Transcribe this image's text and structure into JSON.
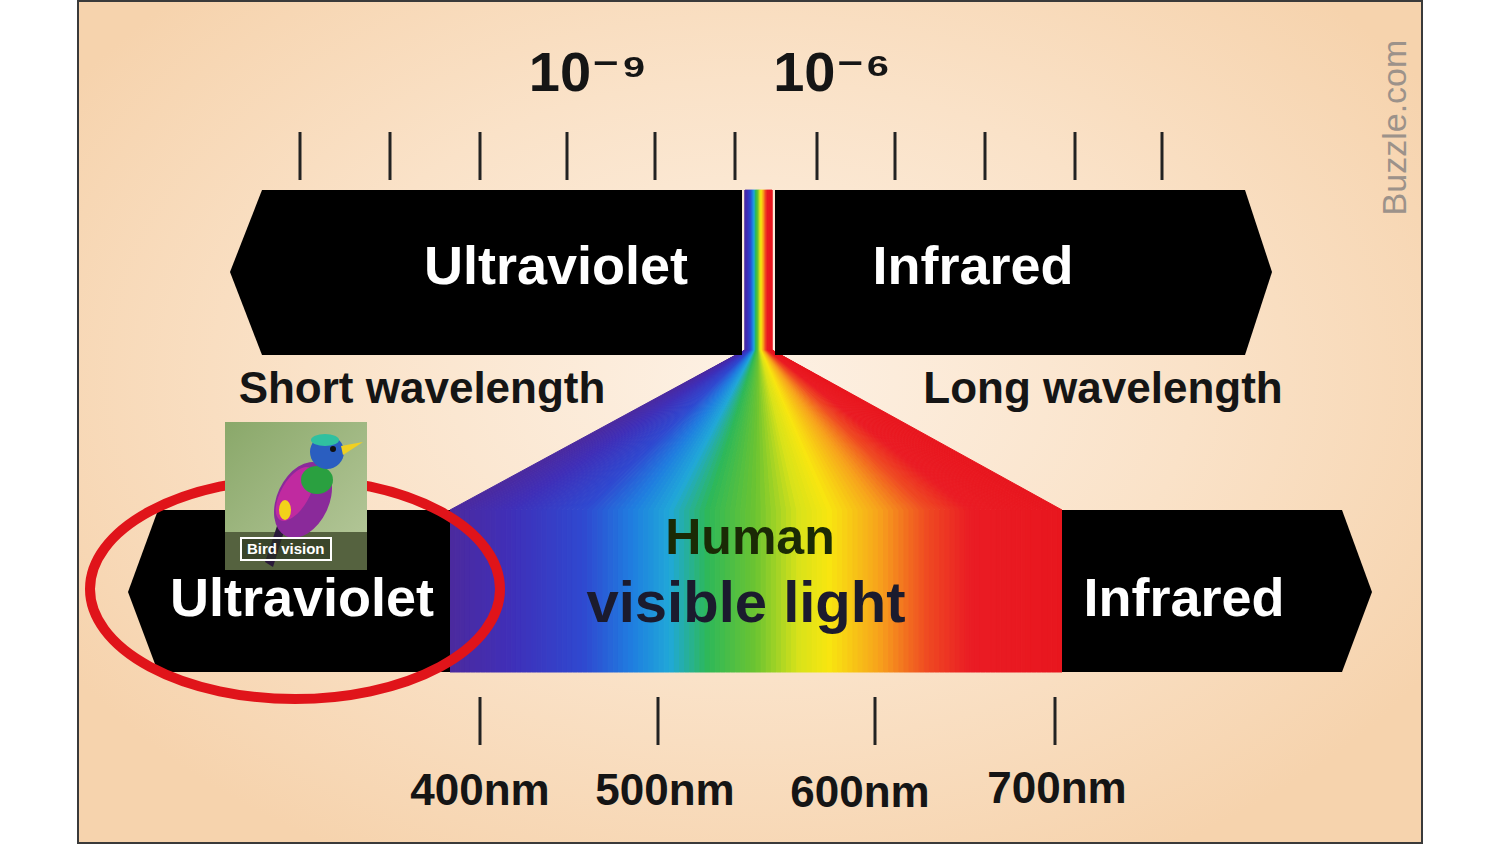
{
  "diagram": {
    "nodes": [
      {
        "text": [
          "Ultraviolet"
        ]
      },
      {
        "text": [
          "Infrared"
        ]
      },
      {
        "text": [
          "Ultraviolet"
        ]
      },
      {
        "text": [
          "Human",
          "visible light"
        ]
      },
      {
        "text": [
          "Infrared"
        ]
      },
      {
        "text": [
          "Bird vision"
        ]
      }
    ],
    "labels": [
      "10⁻⁹",
      "10⁻⁶",
      "Short wavelength",
      "Long wavelength",
      "400nm",
      "500nm",
      "600nm",
      "700nm",
      "Buzzle.com"
    ]
  }
}
